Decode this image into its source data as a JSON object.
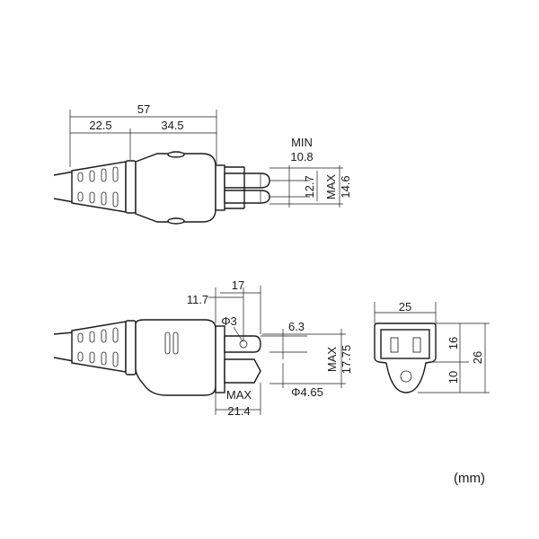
{
  "unit_label": "(mm)",
  "top_view": {
    "overall_length": "57",
    "boot_length": "22.5",
    "body_length": "34.5",
    "min_label": "MIN",
    "min_value": "10.8",
    "blade_spacing": "12.7",
    "max_label": "MAX",
    "max_value": "14.6"
  },
  "side_view": {
    "dim_11_7": "11.7",
    "dim_17": "17",
    "hole_dia": "Φ3",
    "dim_6_3": "6.3",
    "max_label": "MAX",
    "height_max": "17.75",
    "pin_dia": "Φ4.65",
    "width_max_label": "MAX",
    "width_max": "21.4"
  },
  "front_view": {
    "width": "25",
    "height_16": "16",
    "height_10": "10",
    "height_26": "26"
  }
}
